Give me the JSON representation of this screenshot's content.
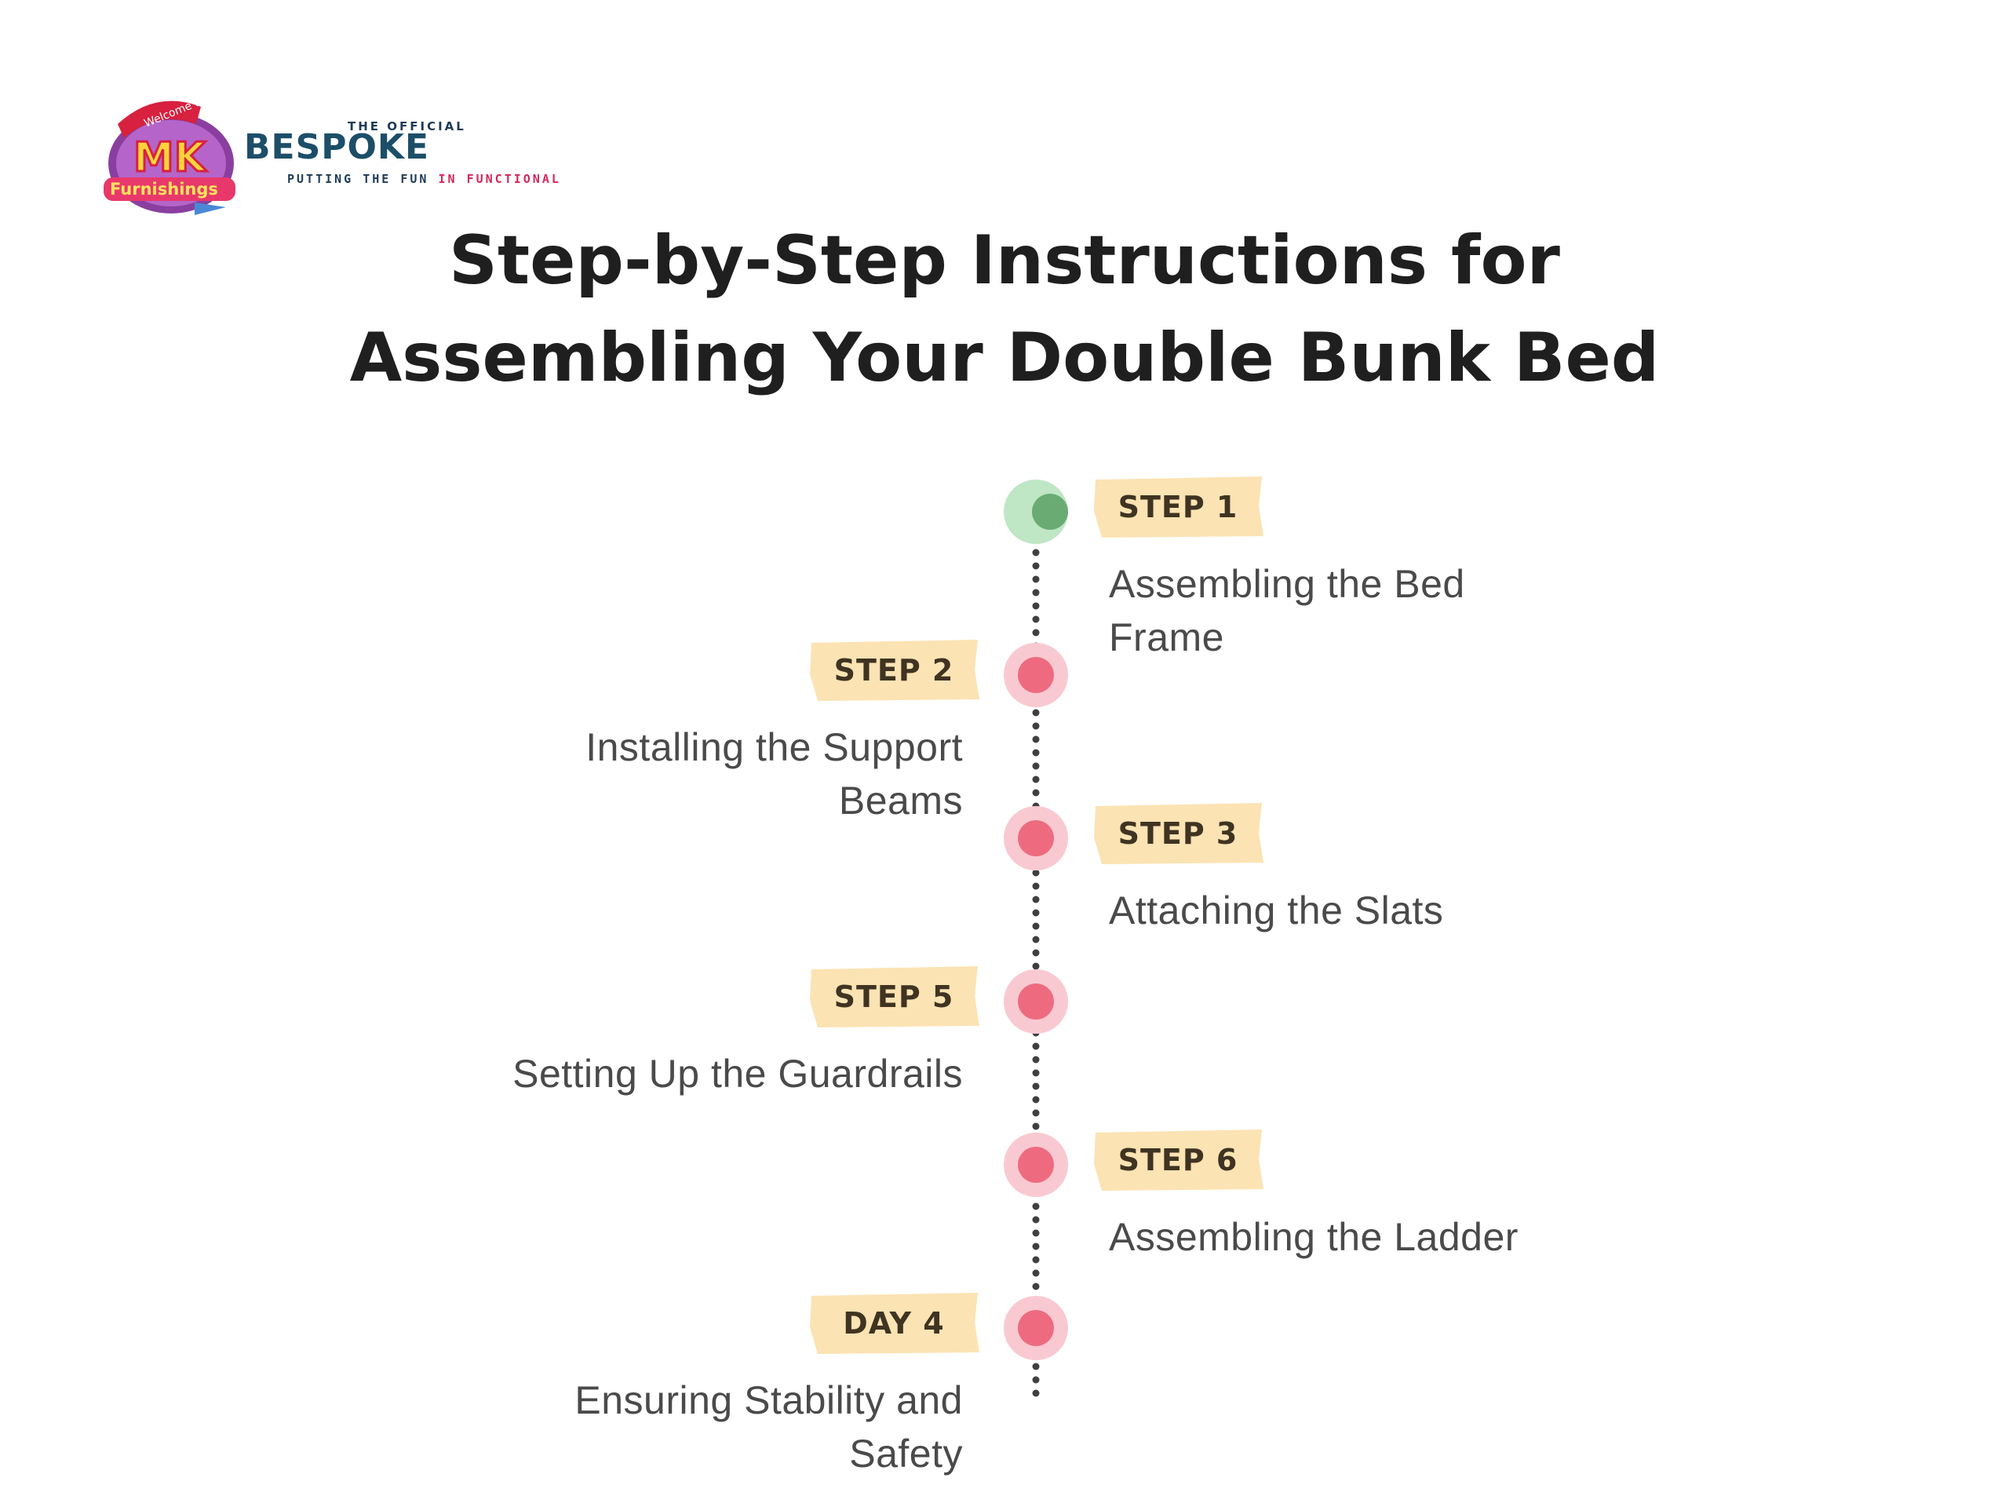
{
  "logo": {
    "badge_top": "Welcome to",
    "badge_main": "MK",
    "badge_sub": "Furnishings",
    "official": "THE OFFICIAL",
    "brand": "BESPOKE",
    "tagline_start": "PUTTING THE FUN",
    "tagline_end": "IN FUNCTIONAL"
  },
  "title": {
    "line1": "Step-by-Step Instructions for",
    "line2": "Assembling Your Double Bunk Bed"
  },
  "colors": {
    "label_bg": "#fbe3b3",
    "node_active_outer": "#bfe6c5",
    "node_active_inner": "#6aab74",
    "node_outer": "#f9c9d1",
    "node_inner": "#ee6b7f",
    "dots": "#3f3f3f"
  },
  "steps": [
    {
      "label": "STEP 1",
      "description": "Assembling the Bed Frame",
      "side": "right",
      "active": true
    },
    {
      "label": "STEP 2",
      "description": "Installing the Support Beams",
      "side": "left",
      "active": false
    },
    {
      "label": "STEP 3",
      "description": "Attaching the Slats",
      "side": "right",
      "active": false
    },
    {
      "label": "STEP 5",
      "description": "Setting Up the Guardrails",
      "side": "left",
      "active": false
    },
    {
      "label": "STEP 6",
      "description": "Assembling the Ladder",
      "side": "right",
      "active": false
    },
    {
      "label": "DAY 4",
      "description": "Ensuring Stability and Safety",
      "side": "left",
      "active": false
    }
  ]
}
